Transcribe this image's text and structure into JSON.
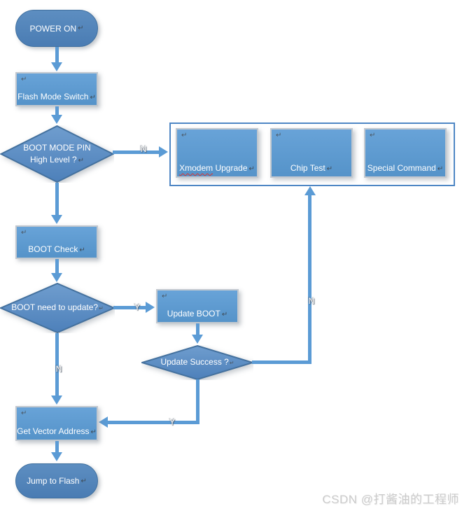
{
  "marks": {
    "return": "↵"
  },
  "nodes": {
    "power_on": "POWER ON",
    "flash_mode_switch": "Flash Mode Switch",
    "boot_mode_pin": {
      "line1": "BOOT MODE PIN",
      "line2": "High Level ?"
    },
    "xmodem_upgrade": {
      "word1": "Xmodem",
      "word2": "Upgrade"
    },
    "chip_test": "Chip Test",
    "special_command": "Special Command",
    "boot_check": "BOOT Check",
    "boot_need_update": "BOOT need to update?",
    "update_boot": "Update BOOT",
    "update_success": "Update Success ?",
    "get_vector_address": "Get Vector Address",
    "jump_to_flash": "Jump to Flash"
  },
  "branch_labels": {
    "pin_high_no": "N",
    "need_update_yes": "Y",
    "need_update_no": "N",
    "update_success_no": "N",
    "update_success_yes": "Y"
  },
  "watermark": "CSDN @打酱油的工程师",
  "colors": {
    "process_fill": "#5b9bd5",
    "terminator_fill": "#4f81bd",
    "connector": "#5b9bd5",
    "group_border": "#4e86c4",
    "misspell_underline": "#e0332b"
  }
}
